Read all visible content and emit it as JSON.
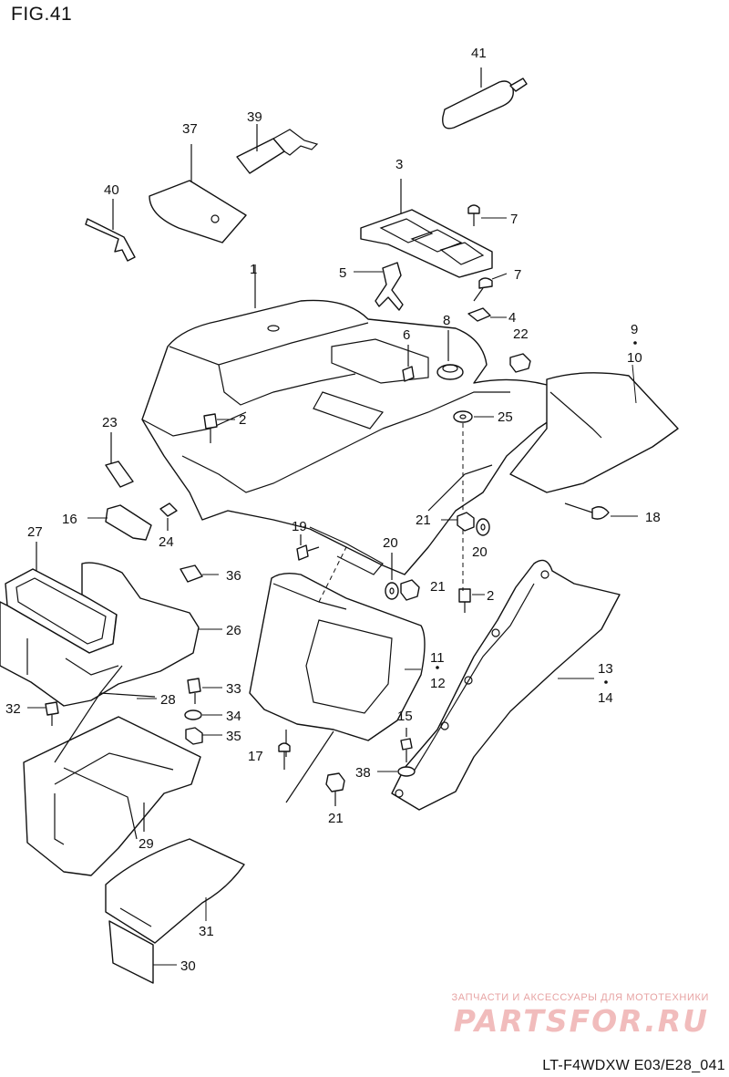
{
  "figure_title": "FIG.41",
  "footer_code": "LT-F4WDXW E03/E28_041",
  "watermark": {
    "tagline": "ЗАПЧАСТИ И АКСЕССУАРЫ ДЛЯ МОТОТЕХНИКИ",
    "logo": "PARTSFOR.RU"
  },
  "callouts": {
    "p1": "1",
    "p2a": "2",
    "p2b": "2",
    "p3": "3",
    "p4": "4",
    "p5": "5",
    "p6": "6",
    "p7a": "7",
    "p7b": "7",
    "p8": "8",
    "p9": "9",
    "p10": "10",
    "p11": "11",
    "p12": "12",
    "p13": "13",
    "p14": "14",
    "p15": "15",
    "p16": "16",
    "p17": "17",
    "p18": "18",
    "p19": "19",
    "p20a": "20",
    "p20b": "20",
    "p21a": "21",
    "p21b": "21",
    "p21c": "21",
    "p22": "22",
    "p23": "23",
    "p24": "24",
    "p25": "25",
    "p26": "26",
    "p27": "27",
    "p28": "28",
    "p29": "29",
    "p30": "30",
    "p31": "31",
    "p32": "32",
    "p33": "33",
    "p34": "34",
    "p35": "35",
    "p36": "36",
    "p37": "37",
    "p38": "38",
    "p39": "39",
    "p40": "40",
    "p41": "41"
  }
}
